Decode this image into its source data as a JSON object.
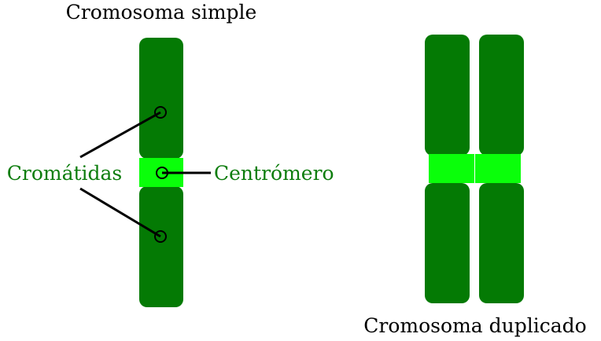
{
  "diagram": {
    "single_title": "Cromosoma simple",
    "chromatids_label": "Cromátidas",
    "centromere_label": "Centrómero",
    "duplicated_title": "Cromosoma duplicado"
  },
  "colors": {
    "arm": "#047a04",
    "centromere": "#0aff0a",
    "label": "#0d7d0d",
    "line": "#000000"
  }
}
